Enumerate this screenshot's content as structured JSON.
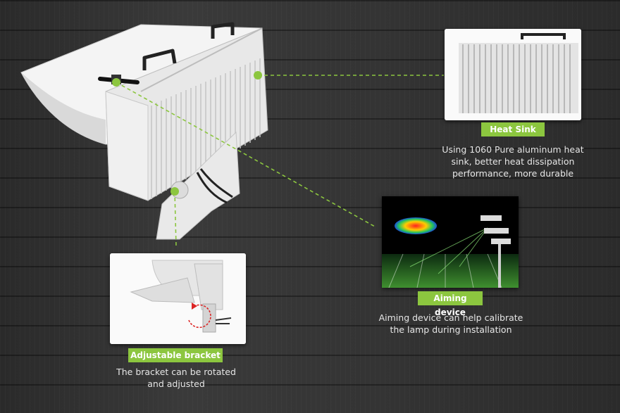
{
  "colors": {
    "accent": "#8cc63f",
    "background": "#353535",
    "text": "#e6e6e6"
  },
  "heat_sink": {
    "label": "Heat Sink",
    "description_lines": [
      "Using 1060 Pure aluminum heat",
      "sink, better heat dissipation",
      "performance, more durable"
    ]
  },
  "aiming_device": {
    "label": "Aiming device",
    "description_lines": [
      "Aiming device can help calibrate",
      "the lamp during installation"
    ]
  },
  "adjustable_bracket": {
    "label": "Adjustable bracket",
    "description_lines": [
      "The bracket can be rotated",
      "and adjusted"
    ]
  }
}
